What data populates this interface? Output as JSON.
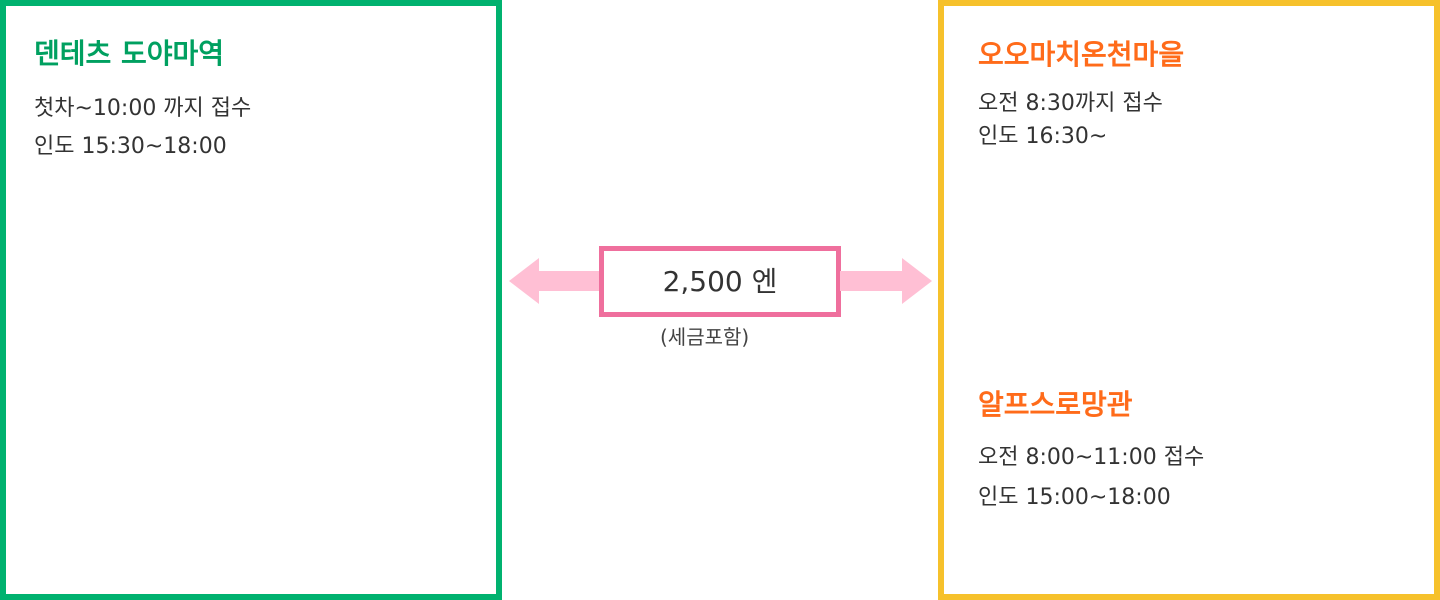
{
  "colors": {
    "left_border": "#00b26f",
    "right_border": "#f6c12b",
    "left_title": "#00a060",
    "right_title": "#ff6b1a",
    "price_border": "#ef6f9d",
    "arrow_fill": "#ffbfd4",
    "text": "#333333"
  },
  "left": {
    "title": "덴테츠 도야마역",
    "line1": "첫차~10:00 까지 접수",
    "line2": "인도 15:30~18:00"
  },
  "right": {
    "section1": {
      "title": "오오마치온천마을",
      "line1": "오전 8:30까지 접수",
      "line2": "인도 16:30~"
    },
    "section2": {
      "title": "알프스로망관",
      "line1": "오전 8:00~11:00 접수",
      "line2": "인도 15:00~18:00"
    }
  },
  "center": {
    "price": "2,500  엔",
    "tax_note": "(세금포함)"
  },
  "icons": {
    "left_arrow": "arrow-left-icon",
    "right_arrow": "arrow-right-icon"
  }
}
